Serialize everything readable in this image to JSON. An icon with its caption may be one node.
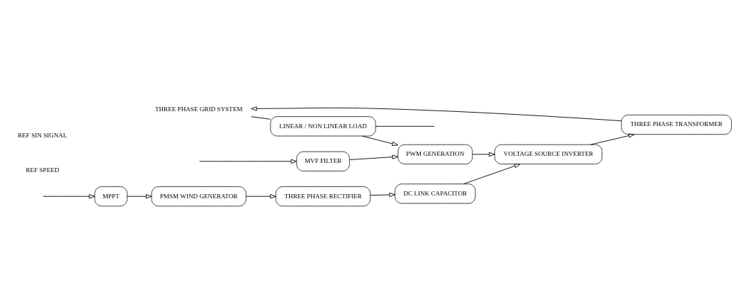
{
  "diagram": {
    "nodes": [
      {
        "text": [
          "THREE PHASE GRID SYSTEM"
        ]
      },
      {
        "text": [
          "LINEAR / NON LINEAR LOAD"
        ]
      },
      {
        "text": [
          "PMSM WIND GENERATOR"
        ]
      },
      {
        "text": [
          "THREE PHASE RECTIFIER"
        ]
      },
      {
        "text": [
          "DC LINK CAPACITOR"
        ]
      },
      {
        "text": [
          "VOLTAGE SOURCE INVERTER"
        ]
      },
      {
        "text": [
          "THREE PHASE TRANSFORMER"
        ]
      },
      {
        "text": [
          "MPPT"
        ]
      },
      {
        "text": [
          "PWM GENERATION"
        ]
      },
      {
        "text": [
          "MVF FILTER"
        ]
      }
    ],
    "edges": [
      {
        "from": 0,
        "to": 1,
        "arrow": "none"
      },
      {
        "from": 2,
        "to": 3,
        "arrow": "to"
      },
      {
        "from": 3,
        "to": 4,
        "arrow": "to"
      },
      {
        "from": 4,
        "to": 5,
        "arrow": "to"
      },
      {
        "from": 5,
        "to": 6,
        "arrow": "to"
      },
      {
        "from": 6,
        "to": 0,
        "arrow": "to"
      },
      {
        "from": 7,
        "to": 2,
        "arrow": "to"
      },
      {
        "from": null,
        "to": 7,
        "arrow": "to"
      },
      {
        "from": 8,
        "to": 5,
        "arrow": "to"
      },
      {
        "from": 9,
        "to": 8,
        "arrow": "to"
      },
      {
        "from": null,
        "to": 9,
        "arrow": "to"
      },
      {
        "from": 1,
        "to": 8,
        "arrow": "to"
      },
      {
        "from": 1,
        "to": null,
        "arrow": "none"
      }
    ],
    "labels": [
      "REF SPEED",
      "REF SIN SIGNAL"
    ]
  }
}
